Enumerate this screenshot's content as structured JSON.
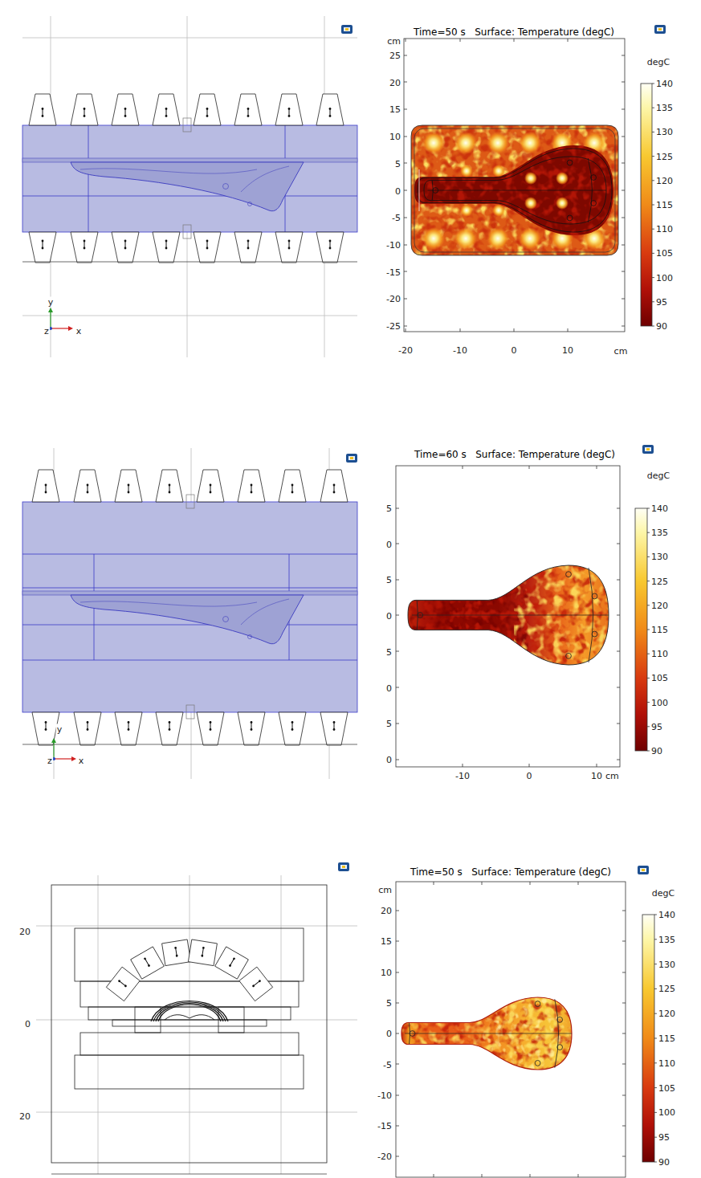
{
  "diagram": {
    "labels": [
      "y",
      "z",
      "x",
      "Time=50 s   Surface: Temperature (degC)",
      "cm",
      "25",
      "20",
      "15",
      "10",
      "5",
      "0",
      "-5",
      "-10",
      "-15",
      "-20",
      "-25",
      "-20",
      "-10",
      "0",
      "10",
      "cm",
      "degC",
      "140",
      "135",
      "130",
      "125",
      "120",
      "115",
      "110",
      "105",
      "100",
      "95",
      "90",
      "y",
      "z",
      "x",
      "Time=60 s   Surface: Temperature (degC)",
      "5",
      "0",
      "5",
      "0",
      "5",
      "0",
      "5",
      "0",
      "-10",
      "0",
      "10",
      "cm",
      "degC",
      "140",
      "135",
      "130",
      "125",
      "120",
      "115",
      "110",
      "105",
      "100",
      "95",
      "90",
      "20",
      "0",
      "20",
      "Time=50 s   Surface: Temperature (degC)",
      "cm",
      "20",
      "15",
      "10",
      "5",
      "0",
      "-5",
      "-10",
      "-15",
      "-20",
      "degC",
      "140",
      "135",
      "130",
      "125",
      "120",
      "115",
      "110",
      "105",
      "100",
      "95",
      "90"
    ]
  }
}
